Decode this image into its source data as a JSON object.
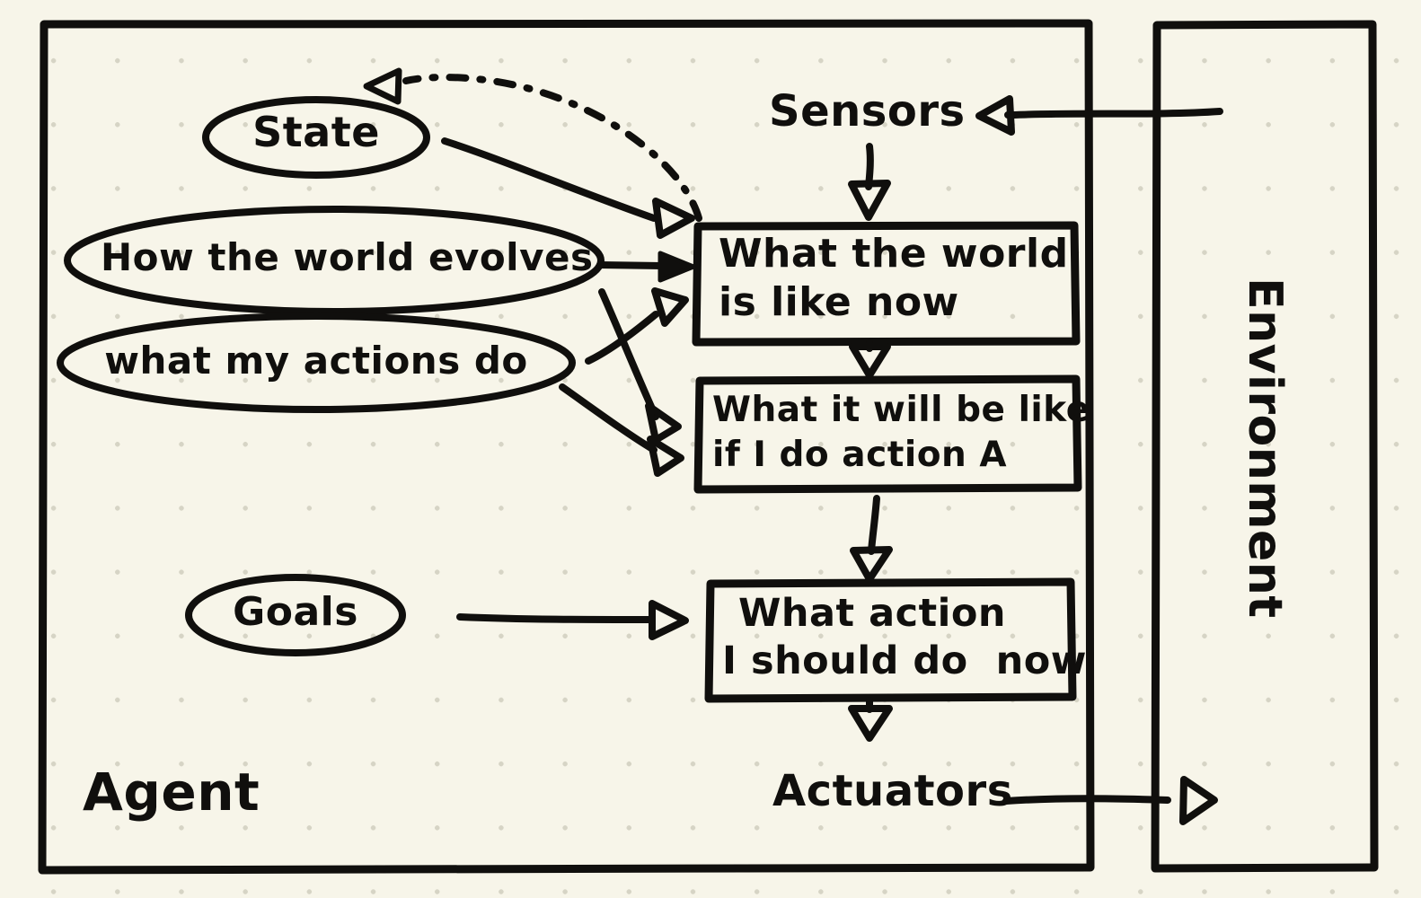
{
  "diagram": {
    "title": "Goal-based agent architecture",
    "style": "hand-drawn sketch on dotted cream paper",
    "colors": {
      "background": "#f7f5e9",
      "dot_grid": "#d6d4c5",
      "ink": "#100f0d"
    }
  },
  "frames": {
    "agent": {
      "label": "Agent",
      "shape": "rectangle"
    },
    "environment": {
      "label": "Environment",
      "shape": "rectangle",
      "orientation": "vertical-text"
    }
  },
  "interfaces": {
    "sensors": "Sensors",
    "actuators": "Actuators"
  },
  "knowledge_nodes": [
    {
      "id": "state",
      "label": "State",
      "shape": "ellipse"
    },
    {
      "id": "how-world-evolves",
      "label": "How the world evolves",
      "shape": "ellipse"
    },
    {
      "id": "what-my-actions-do",
      "label": "what my actions do",
      "shape": "ellipse"
    },
    {
      "id": "goals",
      "label": "Goals",
      "shape": "ellipse"
    }
  ],
  "process_boxes": [
    {
      "id": "world-now",
      "line1": "What the world",
      "line2": "is like now",
      "shape": "rectangle"
    },
    {
      "id": "predict-action",
      "line1": "What it will be like",
      "line2": "if I do action A",
      "shape": "rectangle"
    },
    {
      "id": "choose-action",
      "line1": "What action",
      "line2": "I should do  now",
      "shape": "rectangle"
    }
  ],
  "connections": [
    {
      "from": "environment",
      "to": "sensors",
      "style": "solid",
      "arrow": "hollow-left"
    },
    {
      "from": "sensors",
      "to": "world-now",
      "style": "solid",
      "arrow": "hollow-down"
    },
    {
      "from": "state",
      "to": "world-now",
      "style": "solid",
      "arrow": "hollow"
    },
    {
      "from": "world-now",
      "to": "state",
      "style": "dash-dot",
      "arrow": "hollow-left"
    },
    {
      "from": "how-world-evolves",
      "to": "world-now",
      "style": "solid",
      "arrow": "solid"
    },
    {
      "from": "what-my-actions-do",
      "to": "world-now",
      "style": "solid",
      "arrow": "hollow"
    },
    {
      "from": "how-world-evolves",
      "to": "predict-action",
      "style": "solid",
      "arrow": "hollow"
    },
    {
      "from": "what-my-actions-do",
      "to": "predict-action",
      "style": "solid",
      "arrow": "hollow"
    },
    {
      "from": "world-now",
      "to": "predict-action",
      "style": "solid",
      "arrow": "hollow-down"
    },
    {
      "from": "predict-action",
      "to": "choose-action",
      "style": "solid",
      "arrow": "hollow-down"
    },
    {
      "from": "goals",
      "to": "choose-action",
      "style": "solid",
      "arrow": "hollow"
    },
    {
      "from": "choose-action",
      "to": "actuators",
      "style": "solid",
      "arrow": "hollow-down"
    },
    {
      "from": "actuators",
      "to": "environment",
      "style": "solid",
      "arrow": "hollow-right"
    }
  ]
}
